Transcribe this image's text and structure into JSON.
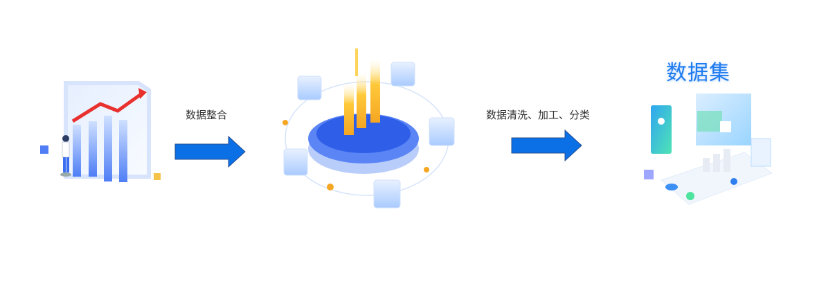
{
  "steps": {
    "step1_label": "数据整合",
    "step2_label": "数据清洗、加工、分类",
    "result_title": "数据集"
  },
  "colors": {
    "arrow": "#0b6fe6",
    "accent_orange": "#f5a623",
    "platform_blue": "#3b6ff0",
    "title_blue": "#1f7cf0"
  },
  "icons": [
    "analytics-person-illustration",
    "data-platform-illustration",
    "dataset-devices-illustration",
    "arrow-right-icon"
  ]
}
